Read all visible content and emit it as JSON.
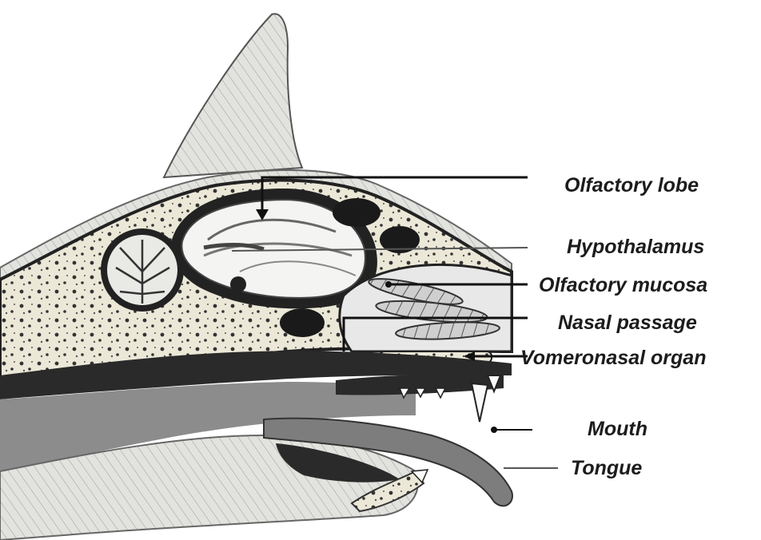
{
  "labels": {
    "olfactory_lobe": "Olfactory lobe",
    "hypothalamus": "Hypothalamus",
    "olfactory_mucosa": "Olfactory mucosa",
    "nasal_passage": "Nasal passage",
    "vomeronasal_organ": "Vomeronasal organ",
    "mouth": "Mouth",
    "tongue": "Tongue"
  },
  "colors": {
    "ink": "#1c1c1c",
    "bone": "#ece8d8",
    "brain": "#f4f4f2",
    "fur": "#d9d9d4",
    "shade": "#8c8c8c",
    "dark": "#2a2a2a"
  }
}
